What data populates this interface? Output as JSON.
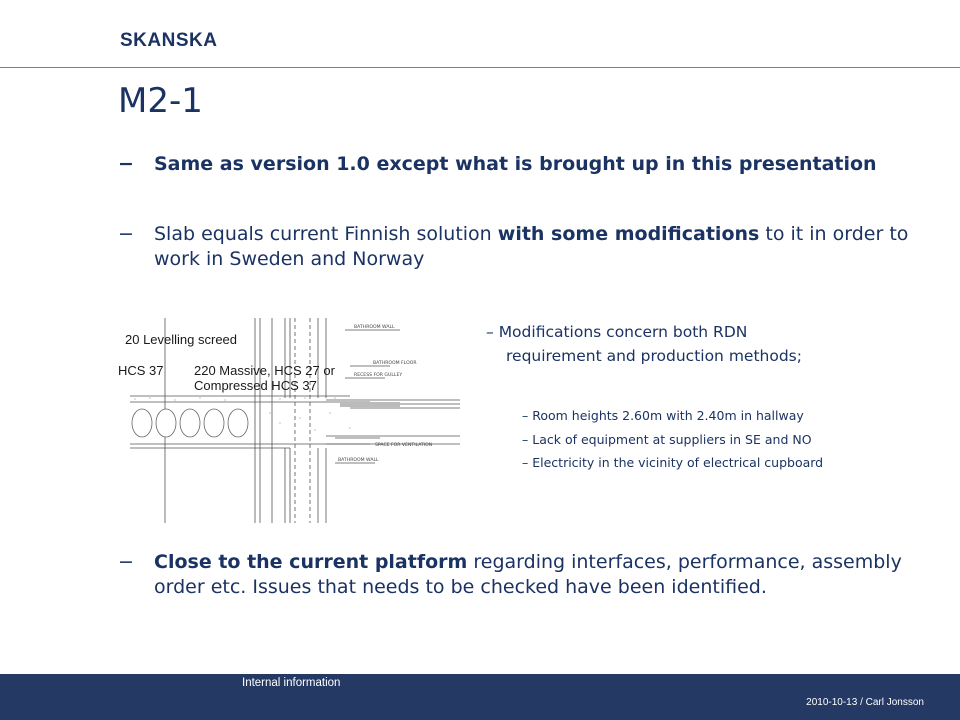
{
  "header": {
    "logo_text": "SKANSKA"
  },
  "slide": {
    "title": "M2-1",
    "bullet_dash": "−",
    "bullets": [
      {
        "text": "Same as version 1.0 except what is brought up in this presentation"
      },
      {
        "part1": "Slab equals current Finnish solution ",
        "part2": "with some modifications",
        "part3": " to it in order to work in Sweden and Norway"
      },
      {
        "part1": "Close to the current platform",
        "part2": " regarding interfaces, performance, assembly order etc. Issues that needs to be checked have been identified."
      }
    ],
    "sub_dash": "–",
    "sub_bullet": {
      "line1": "Modifications concern both RDN",
      "line2": "requirement and production methods;"
    },
    "sub_sub_bullets": [
      "Room heights 2.60m with 2.40m in hallway",
      "Lack of equipment at suppliers in SE and NO",
      "Electricity in the vicinity of electrical cupboard"
    ]
  },
  "drawing": {
    "labels": {
      "bathroom_wall_top": "BATHROOM WALL",
      "bathroom_floor": "BATHROOM FLOOR",
      "recess": "RECESS FOR GULLEY",
      "ventilation": "SPACE FOR VENTILATION",
      "bathroom_wall_bottom": "BATHROOM WALL"
    },
    "annotations": {
      "levelling": "20 Levelling screed",
      "hcs37": "HCS 37",
      "massive": "220 Massive, HCS 27 or Compressed HCS 37"
    }
  },
  "footer": {
    "left_text": "Internal information",
    "right_text": "2010-10-13 / Carl Jonsson"
  }
}
